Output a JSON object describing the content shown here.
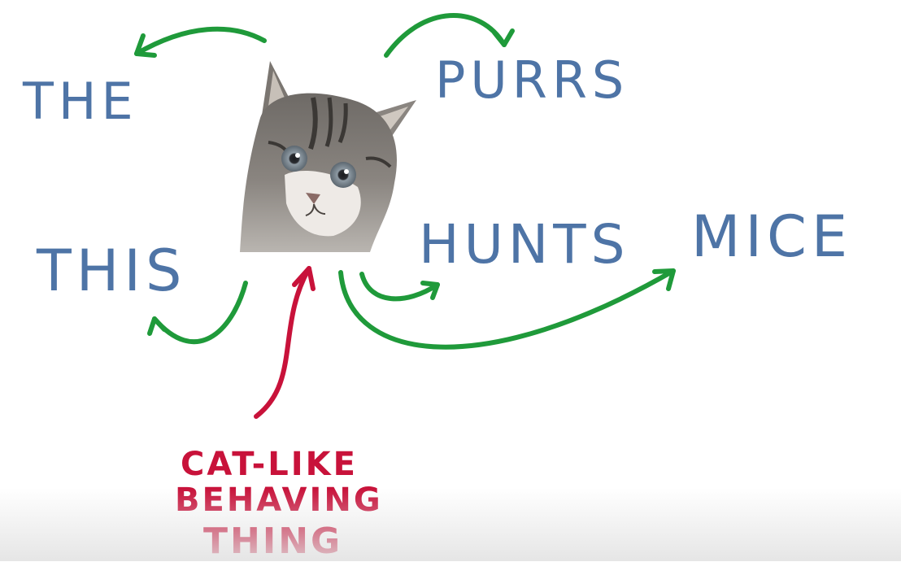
{
  "colors": {
    "word_blue": "#4e74a6",
    "arrow_green": "#1f9a3a",
    "label_red": "#c8123a",
    "background": "#ffffff"
  },
  "center_image": {
    "subject": "kitten",
    "semantic": "cat-photo"
  },
  "words": {
    "the": "THE",
    "purrs": "PURRS",
    "this": "THIS",
    "hunts": "HUNTS",
    "mice": "MICE"
  },
  "label": {
    "line1": "CAT-LIKE",
    "line2": "BEHAVING",
    "line3": "THING"
  },
  "arrows": [
    {
      "from": "cat",
      "to": "THE",
      "color": "green"
    },
    {
      "from": "cat",
      "to": "PURRS",
      "color": "green"
    },
    {
      "from": "cat",
      "to": "THIS",
      "color": "green"
    },
    {
      "from": "cat",
      "to": "HUNTS",
      "color": "green"
    },
    {
      "from": "cat",
      "to": "MICE",
      "color": "green"
    },
    {
      "from": "CAT-LIKE BEHAVING THING",
      "to": "cat",
      "color": "red"
    }
  ]
}
